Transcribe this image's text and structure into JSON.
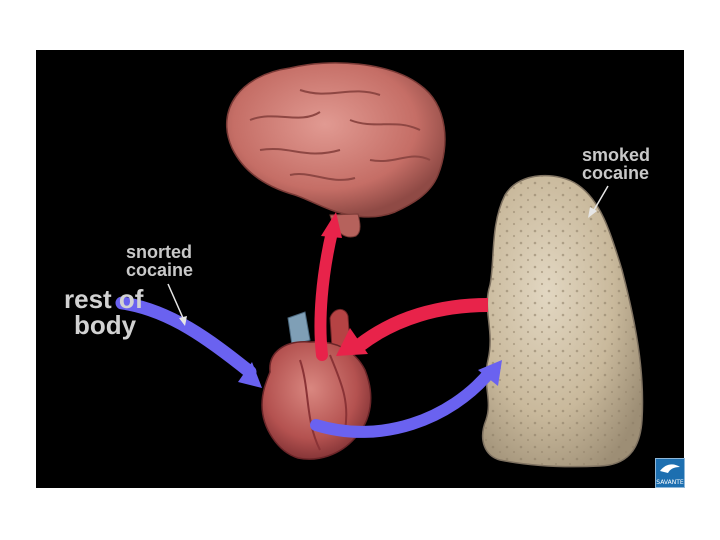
{
  "labels": {
    "smoked": [
      "smoked",
      "cocaine"
    ],
    "snorted": [
      "snorted",
      "cocaine"
    ],
    "rest": [
      "rest of",
      "body"
    ]
  },
  "logo_text": "SAVANTE",
  "colors": {
    "background": "#000000",
    "arterial_arrow": "#e8234a",
    "venous_arrow": "#6a62f0",
    "brain": "#c9706a",
    "heart": "#b65252",
    "lung": "#cdbfa6"
  }
}
